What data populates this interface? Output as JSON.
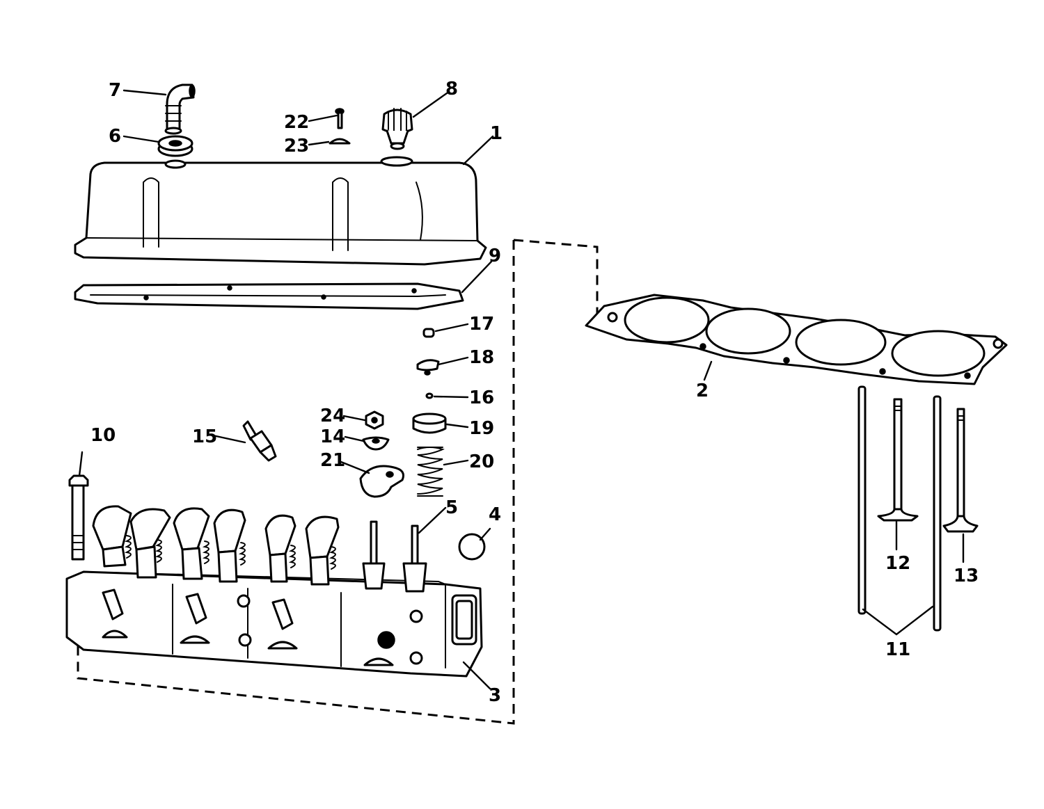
{
  "diagram": {
    "colors": {
      "ink": "#000000",
      "paper": "#ffffff"
    },
    "callouts": [
      {
        "id": "1",
        "text": "1"
      },
      {
        "id": "2",
        "text": "2"
      },
      {
        "id": "3",
        "text": "3"
      },
      {
        "id": "4",
        "text": "4"
      },
      {
        "id": "5",
        "text": "5"
      },
      {
        "id": "6",
        "text": "6"
      },
      {
        "id": "7",
        "text": "7"
      },
      {
        "id": "8",
        "text": "8"
      },
      {
        "id": "9",
        "text": "9"
      },
      {
        "id": "10",
        "text": "10"
      },
      {
        "id": "11",
        "text": "11"
      },
      {
        "id": "12",
        "text": "12"
      },
      {
        "id": "13",
        "text": "13"
      },
      {
        "id": "14",
        "text": "14"
      },
      {
        "id": "15",
        "text": "15"
      },
      {
        "id": "16",
        "text": "16"
      },
      {
        "id": "17",
        "text": "17"
      },
      {
        "id": "18",
        "text": "18"
      },
      {
        "id": "19",
        "text": "19"
      },
      {
        "id": "20",
        "text": "20"
      },
      {
        "id": "21",
        "text": "21"
      },
      {
        "id": "22",
        "text": "22"
      },
      {
        "id": "23",
        "text": "23"
      },
      {
        "id": "24",
        "text": "24"
      }
    ]
  }
}
